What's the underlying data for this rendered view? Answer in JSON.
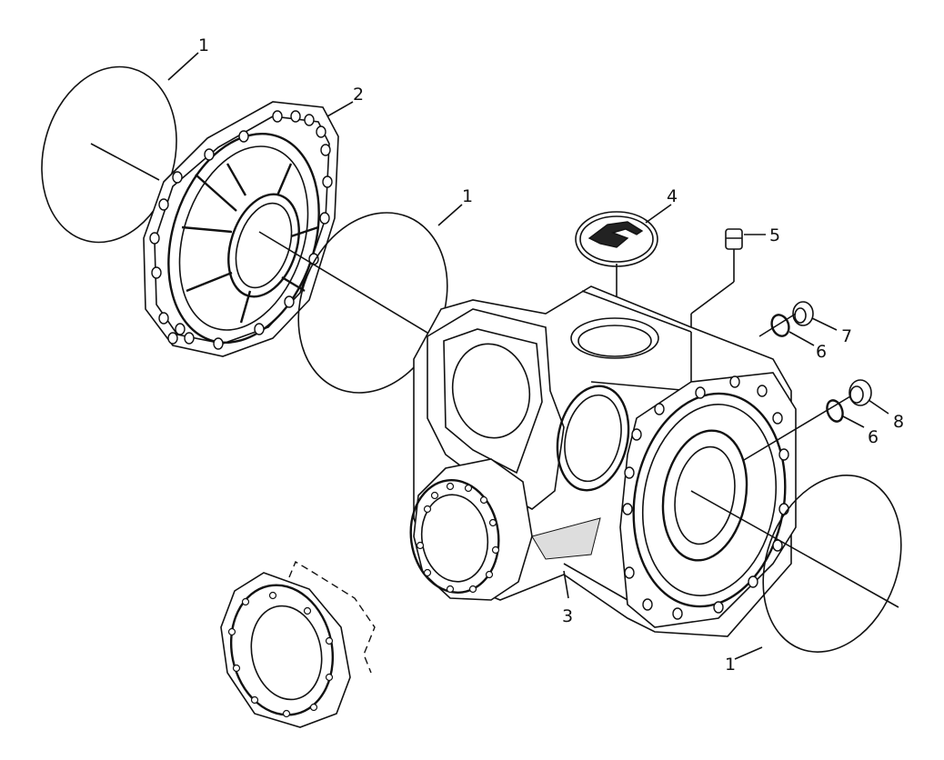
{
  "callouts": [
    {
      "id": "oring-top-left",
      "label": "1"
    },
    {
      "id": "cover",
      "label": "2"
    },
    {
      "id": "oring-middle",
      "label": "1"
    },
    {
      "id": "cap",
      "label": "4"
    },
    {
      "id": "breather",
      "label": "5"
    },
    {
      "id": "seal-upper",
      "label": "6"
    },
    {
      "id": "plug-upper",
      "label": "7"
    },
    {
      "id": "seal-lower",
      "label": "6"
    },
    {
      "id": "plug-lower",
      "label": "8"
    },
    {
      "id": "housing",
      "label": "3"
    },
    {
      "id": "oring-bottom-right",
      "label": "1"
    }
  ],
  "colors": {
    "ink": "#111111",
    "paper": "#ffffff"
  }
}
